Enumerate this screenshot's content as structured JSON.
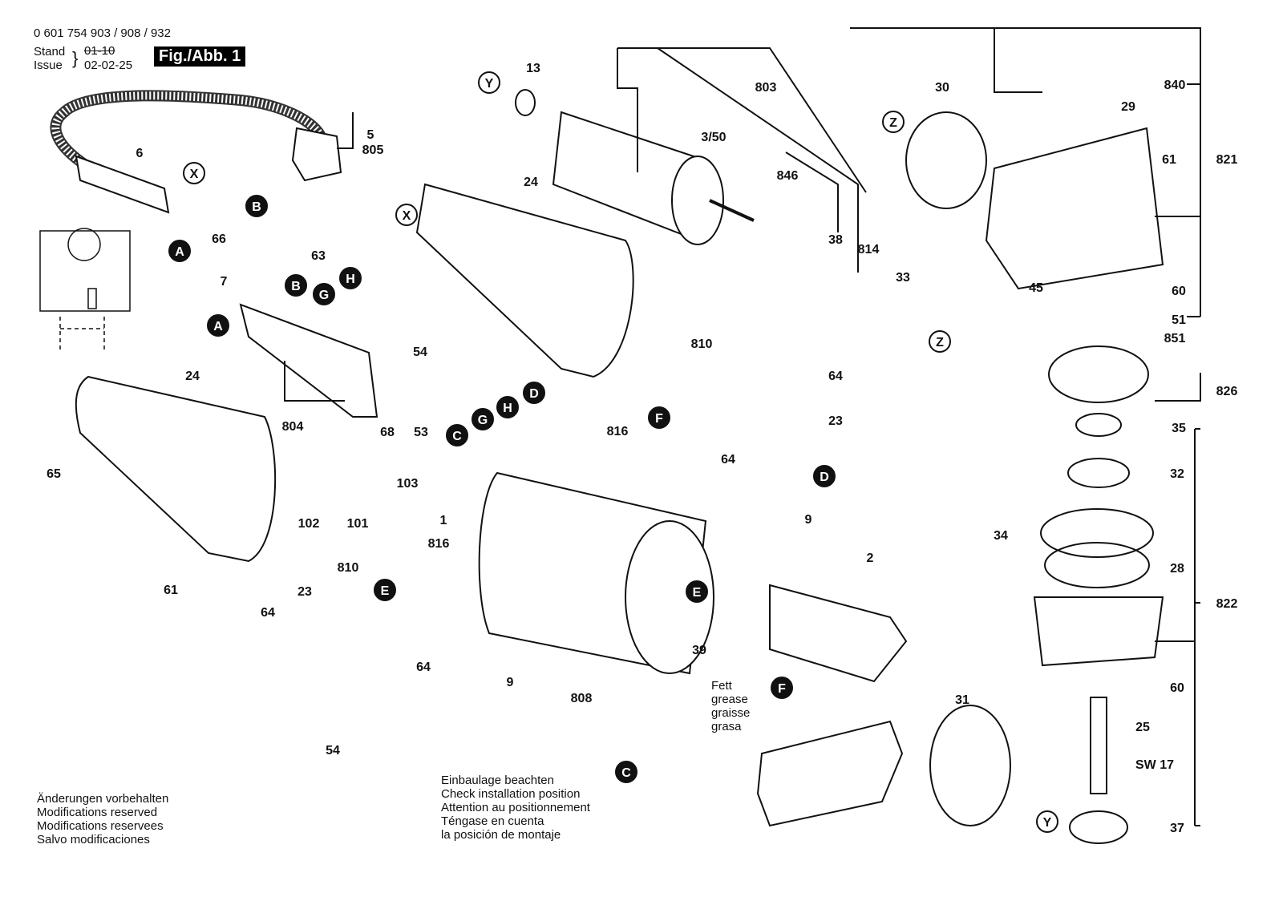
{
  "header": {
    "part_numbers": "0 601 754 903 / 908 / 932",
    "stand_label": "Stand",
    "issue_label": "Issue",
    "stand_value_crossed": "01-10",
    "issue_date": "02-02-25",
    "figure": "Fig./Abb. 1"
  },
  "notes": {
    "modifications": [
      "Änderungen vorbehalten",
      "Modifications reserved",
      "Modifications reservees",
      "Salvo modificaciones"
    ],
    "installation": [
      "Einbaulage beachten",
      "Check installation position",
      "Attention au positionnement",
      "Téngase en cuenta",
      "la posición de montaje"
    ],
    "grease": [
      "Fett",
      "grease",
      "graisse",
      "grasa"
    ]
  },
  "part_labels": [
    "13",
    "3/50",
    "803",
    "24",
    "846",
    "38",
    "814",
    "33",
    "30",
    "840",
    "29",
    "61",
    "821",
    "60",
    "51",
    "851",
    "45",
    "826",
    "35",
    "32",
    "34",
    "28",
    "822",
    "60",
    "25",
    "SW 17",
    "37",
    "31",
    "2",
    "9",
    "9",
    "808",
    "39",
    "64",
    "23",
    "810",
    "816",
    "64",
    "103",
    "1",
    "816",
    "810",
    "64",
    "23",
    "64",
    "54",
    "24",
    "65",
    "102",
    "101",
    "61",
    "804",
    "68",
    "53",
    "54",
    "66",
    "63",
    "7",
    "6",
    "5",
    "805"
  ],
  "connection_markers": [
    "X",
    "B",
    "A",
    "Y",
    "X",
    "B",
    "G",
    "H",
    "A",
    "D",
    "H",
    "G",
    "C",
    "F",
    "Z",
    "Z",
    "D",
    "E",
    "E",
    "F",
    "C",
    "Y"
  ]
}
